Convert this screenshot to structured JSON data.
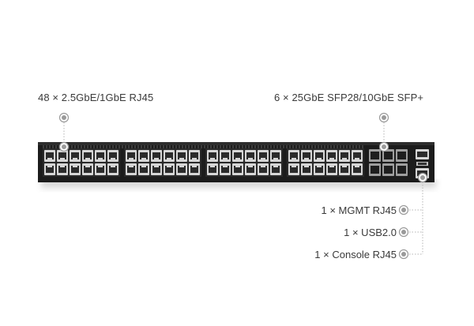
{
  "callouts": {
    "rj45": "48 × 2.5GbE/1GbE RJ45",
    "sfp": "6 × 25GbE  SFP28/10GbE  SFP+",
    "mgmt": "1 × MGMT RJ45",
    "usb": "1 × USB2.0",
    "console": "1 × Console RJ45"
  },
  "colors": {
    "chassis": "#1c1c1c",
    "port_metal": "#d6d6d6",
    "marker": "#9a9a9a",
    "text": "#3a3a3a"
  }
}
